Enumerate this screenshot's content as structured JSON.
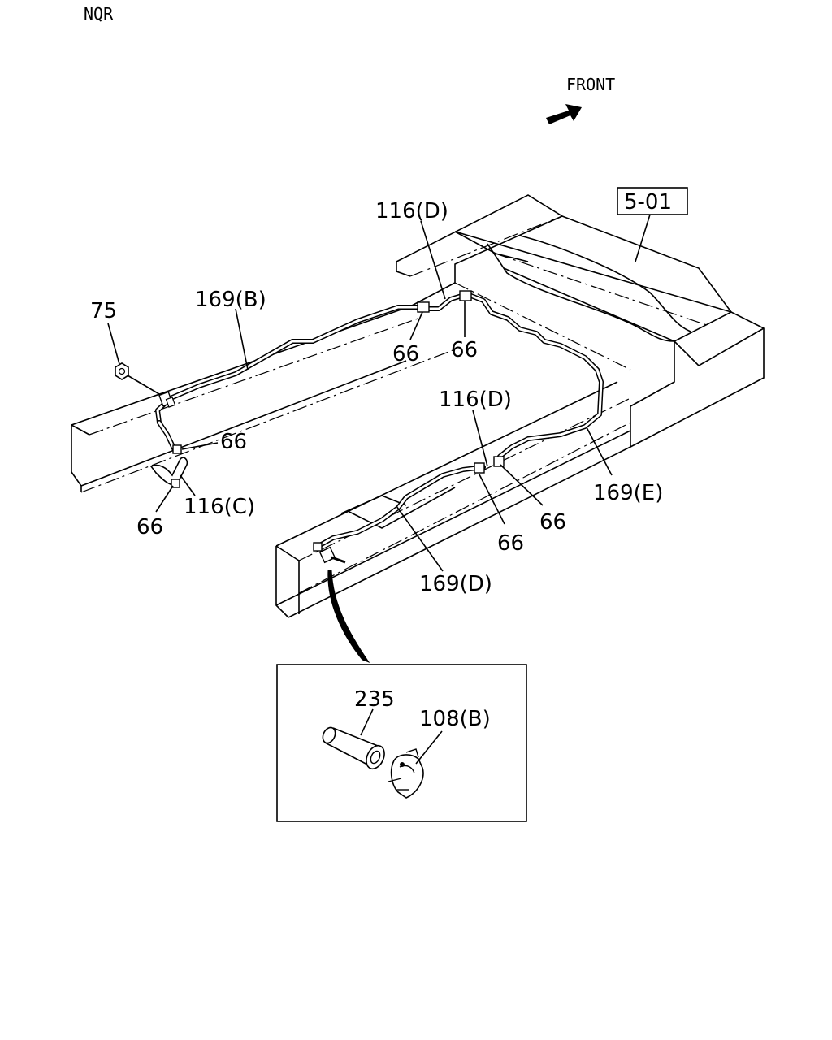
{
  "header": {
    "model": "NQR",
    "direction": "FRONT"
  },
  "reference_box": "5-01",
  "callouts": {
    "part_75": "75",
    "pipe_169b": "169(B)",
    "clip_116d_upper": "116(D)",
    "clip_66_a": "66",
    "clip_66_b": "66",
    "clip_66_c": "66",
    "clip_116c": "116(C)",
    "clip_66_d": "66",
    "clip_116d_lower": "116(D)",
    "pipe_169e": "169(E)",
    "clip_66_e": "66",
    "clip_66_f": "66",
    "pipe_169d": "169(D)"
  },
  "detail": {
    "part_235": "235",
    "part_108b": "108(B)"
  }
}
